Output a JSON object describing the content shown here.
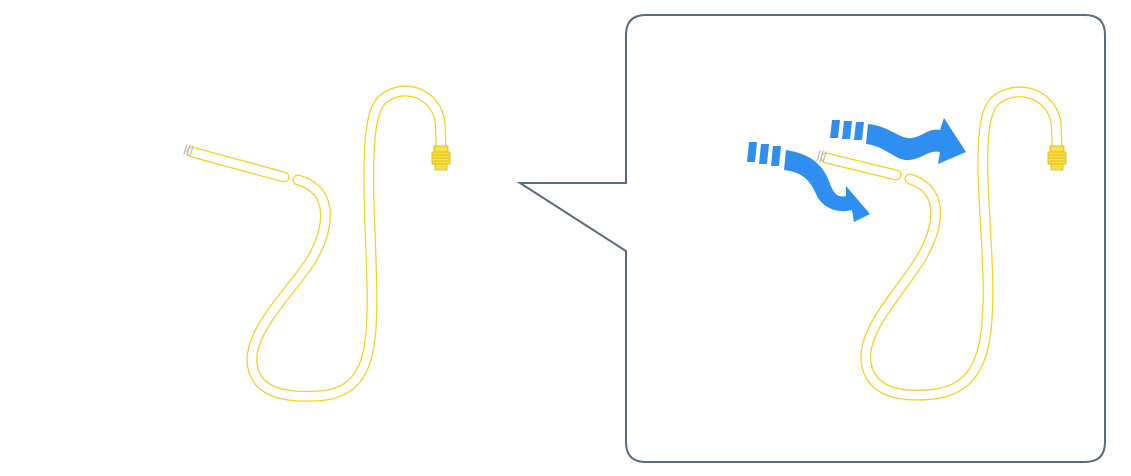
{
  "colors": {
    "background": "#ffffff",
    "callout_border": "#5b6b7c",
    "tube_outline": "#f2d228",
    "connector_fill": "#f7e04a",
    "tip_outline": "#b8b8b8",
    "arrow_fill": "#2e8ff0"
  },
  "icons": {
    "left_figure": "tube-assembly",
    "callout": "zoom-callout-bubble",
    "right_figure": "tube-assembly-detail",
    "arrow_upper": "flow-arrow",
    "arrow_lower": "flow-arrow"
  }
}
